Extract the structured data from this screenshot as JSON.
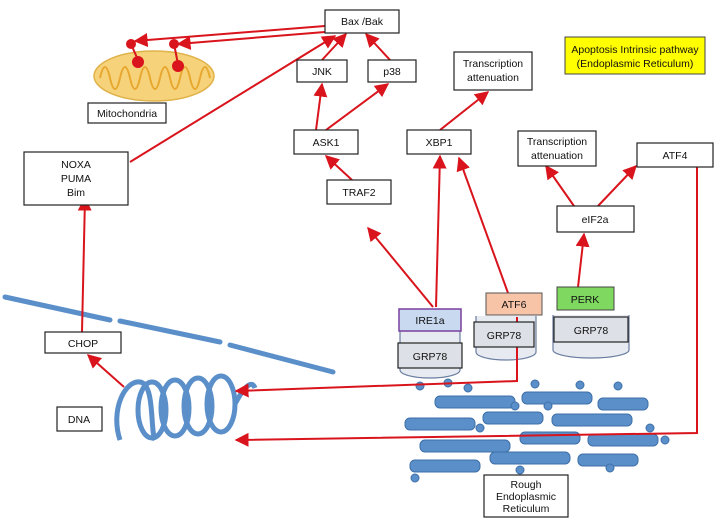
{
  "title": "Apoptosis Intrinsic pathway (Endoplasmic Reticulum)",
  "title_lines": [
    "Apoptosis Intrinsic pathway",
    "(Endoplasmic Reticulum)"
  ],
  "colors": {
    "arrow": "#d9141c",
    "membrane": "#5b8fc9",
    "legend_bg": "#ffff00",
    "mitochondria_fill": "#f6d27a",
    "mitochondria_crista": "#e8a830",
    "ire1a_fill": "#c9daf0",
    "ire1a_border": "#7a3fa0",
    "atf6_fill": "#f7c4a8",
    "perk_fill": "#7fd860",
    "grp78_fill": "#dde0e6",
    "cylinder_fill": "#e7eaf0"
  },
  "nodes": {
    "bax_bak": "Bax /Bak",
    "jnk": "JNK",
    "p38": "p38",
    "transcription_top": [
      "Transcription",
      "attenuation"
    ],
    "mitochondria": "Mitochondria",
    "ask1": "ASK1",
    "xbp1": "XBP1",
    "transcription_right": [
      "Transcription",
      "attenuation"
    ],
    "atf4": "ATF4",
    "noxa_puma_bim": [
      "NOXA",
      "PUMA",
      "Bim"
    ],
    "traf2": "TRAF2",
    "eif2a": "eIF2a",
    "ire1a": "IRE1a",
    "atf6": "ATF6",
    "perk": "PERK",
    "grp78": "GRP78",
    "chop": "CHOP",
    "dna": "DNA",
    "rough_er": [
      "Rough",
      "Endoplasmic",
      "Reticulum"
    ]
  },
  "icons": [
    "mitochondria-icon",
    "dna-helix-icon",
    "rough-er-icon",
    "membrane-icon",
    "sensor-cylinder-icon"
  ]
}
